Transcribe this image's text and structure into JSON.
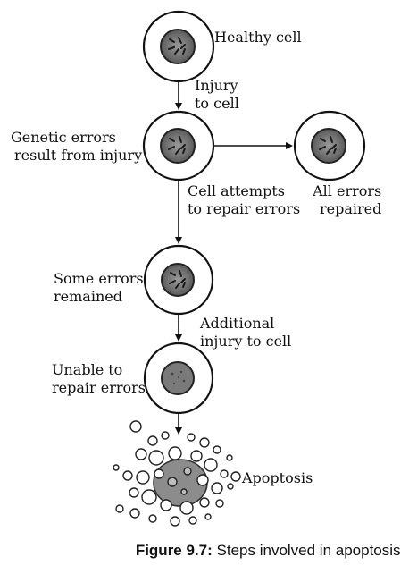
{
  "diagram": {
    "labels": {
      "healthy_cell": "Healthy cell",
      "injury_line1": "Injury",
      "injury_line2": "to cell",
      "genetic_line1": "Genetic errors",
      "genetic_line2": "result from injury",
      "attempts_line1": "Cell attempts",
      "attempts_line2": "to repair errors",
      "all_errors_line1": "All errors",
      "all_errors_line2": "repaired",
      "some_errors_line1": "Some errors",
      "some_errors_line2": "remained",
      "additional_line1": "Additional",
      "additional_line2": "injury to cell",
      "unable_line1": "Unable to",
      "unable_line2": "repair errors",
      "apoptosis": "Apoptosis"
    }
  },
  "caption": {
    "figure_label": "Figure 9.7:",
    "text": "Steps involved in apoptosis"
  }
}
